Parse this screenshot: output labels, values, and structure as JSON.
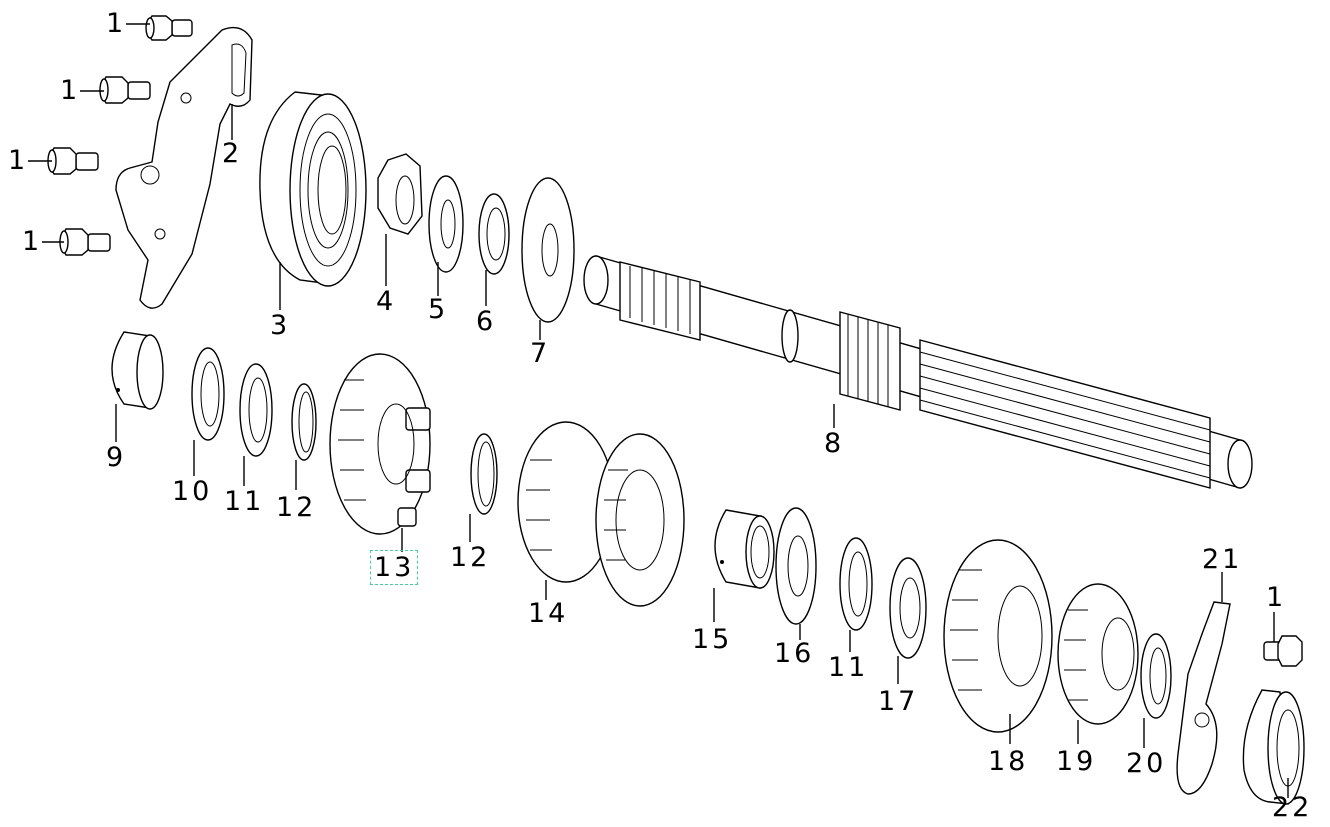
{
  "diagram": {
    "parts": [
      {
        "id": "p1a",
        "icon": "flange-bolt-icon",
        "label": "1"
      },
      {
        "id": "p1b",
        "icon": "flange-bolt-icon",
        "label": "1"
      },
      {
        "id": "p1c",
        "icon": "flange-bolt-icon",
        "label": "1"
      },
      {
        "id": "p1d",
        "icon": "flange-bolt-icon",
        "label": "1"
      },
      {
        "id": "p2",
        "icon": "bearing-retainer-plate-icon",
        "label": "2"
      },
      {
        "id": "p3",
        "icon": "ball-bearing-icon",
        "label": "3"
      },
      {
        "id": "p4",
        "icon": "hex-nut-icon",
        "label": "4"
      },
      {
        "id": "p5",
        "icon": "washer-icon",
        "label": "5"
      },
      {
        "id": "p6",
        "icon": "lock-washer-icon",
        "label": "6"
      },
      {
        "id": "p7",
        "icon": "thrust-washer-icon",
        "label": "7"
      },
      {
        "id": "p8",
        "icon": "main-shaft-icon",
        "label": "8"
      },
      {
        "id": "p9",
        "icon": "bushing-icon",
        "label": "9"
      },
      {
        "id": "p10",
        "icon": "thrust-washer-icon",
        "label": "10"
      },
      {
        "id": "p11a",
        "icon": "splined-washer-icon",
        "label": "11"
      },
      {
        "id": "p12a",
        "icon": "circlip-icon",
        "label": "12"
      },
      {
        "id": "p13",
        "icon": "gear-icon",
        "label": "13",
        "selected": true
      },
      {
        "id": "p12b",
        "icon": "circlip-icon",
        "label": "12"
      },
      {
        "id": "p14",
        "icon": "double-gear-icon",
        "label": "14"
      },
      {
        "id": "p15",
        "icon": "needle-bearing-icon",
        "label": "15"
      },
      {
        "id": "p16",
        "icon": "splined-washer-icon",
        "label": "16"
      },
      {
        "id": "p11b",
        "icon": "splined-washer-icon",
        "label": "11"
      },
      {
        "id": "p17",
        "icon": "lock-washer-icon",
        "label": "17"
      },
      {
        "id": "p18",
        "icon": "gear-icon",
        "label": "18"
      },
      {
        "id": "p19",
        "icon": "gear-icon",
        "label": "19"
      },
      {
        "id": "p20",
        "icon": "washer-icon",
        "label": "20"
      },
      {
        "id": "p21",
        "icon": "retainer-plate-icon",
        "label": "21"
      },
      {
        "id": "p1e",
        "icon": "flange-bolt-icon",
        "label": "1"
      },
      {
        "id": "p22",
        "icon": "ball-bearing-icon",
        "label": "22"
      }
    ],
    "colors": {
      "line": "#000000",
      "fill": "#ffffff",
      "selection": "#44d0a0"
    }
  }
}
